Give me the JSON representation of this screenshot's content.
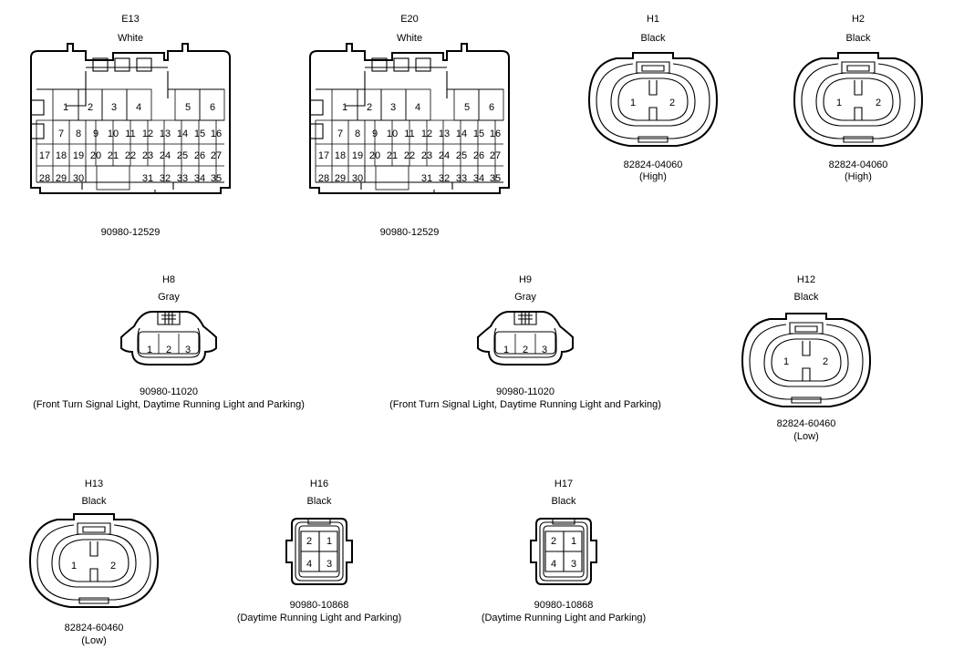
{
  "connectors": {
    "E13": {
      "id": "E13",
      "color": "White",
      "part": "90980-12529",
      "note": ""
    },
    "E20": {
      "id": "E20",
      "color": "White",
      "part": "90980-12529",
      "note": ""
    },
    "H1": {
      "id": "H1",
      "color": "Black",
      "part": "82824-04060",
      "note": "(High)"
    },
    "H2": {
      "id": "H2",
      "color": "Black",
      "part": "82824-04060",
      "note": "(High)"
    },
    "H8": {
      "id": "H8",
      "color": "Gray",
      "part": "90980-11020",
      "note": "(Front Turn Signal Light, Daytime Running Light and Parking)"
    },
    "H9": {
      "id": "H9",
      "color": "Gray",
      "part": "90980-11020",
      "note": "(Front Turn Signal Light, Daytime Running Light and Parking)"
    },
    "H12": {
      "id": "H12",
      "color": "Black",
      "part": "82824-60460",
      "note": "(Low)"
    },
    "H13": {
      "id": "H13",
      "color": "Black",
      "part": "82824-60460",
      "note": "(Low)"
    },
    "H16": {
      "id": "H16",
      "color": "Black",
      "part": "90980-10868",
      "note": "(Daytime Running Light and Parking)"
    },
    "H17": {
      "id": "H17",
      "color": "Black",
      "part": "90980-10868",
      "note": "(Daytime Running Light and Parking)"
    }
  },
  "pins": {
    "p1": "1",
    "p2": "2",
    "p3": "3",
    "p4": "4",
    "p5": "5",
    "p6": "6",
    "p7": "7",
    "p8": "8",
    "p9": "9",
    "p10": "10",
    "p11": "11",
    "p12": "12",
    "p13": "13",
    "p14": "14",
    "p15": "15",
    "p16": "16",
    "p17": "17",
    "p18": "18",
    "p19": "19",
    "p20": "20",
    "p21": "21",
    "p22": "22",
    "p23": "23",
    "p24": "24",
    "p25": "25",
    "p26": "26",
    "p27": "27",
    "p28": "28",
    "p29": "29",
    "p30": "30",
    "p31": "31",
    "p32": "32",
    "p33": "33",
    "p34": "34",
    "p35": "35"
  }
}
